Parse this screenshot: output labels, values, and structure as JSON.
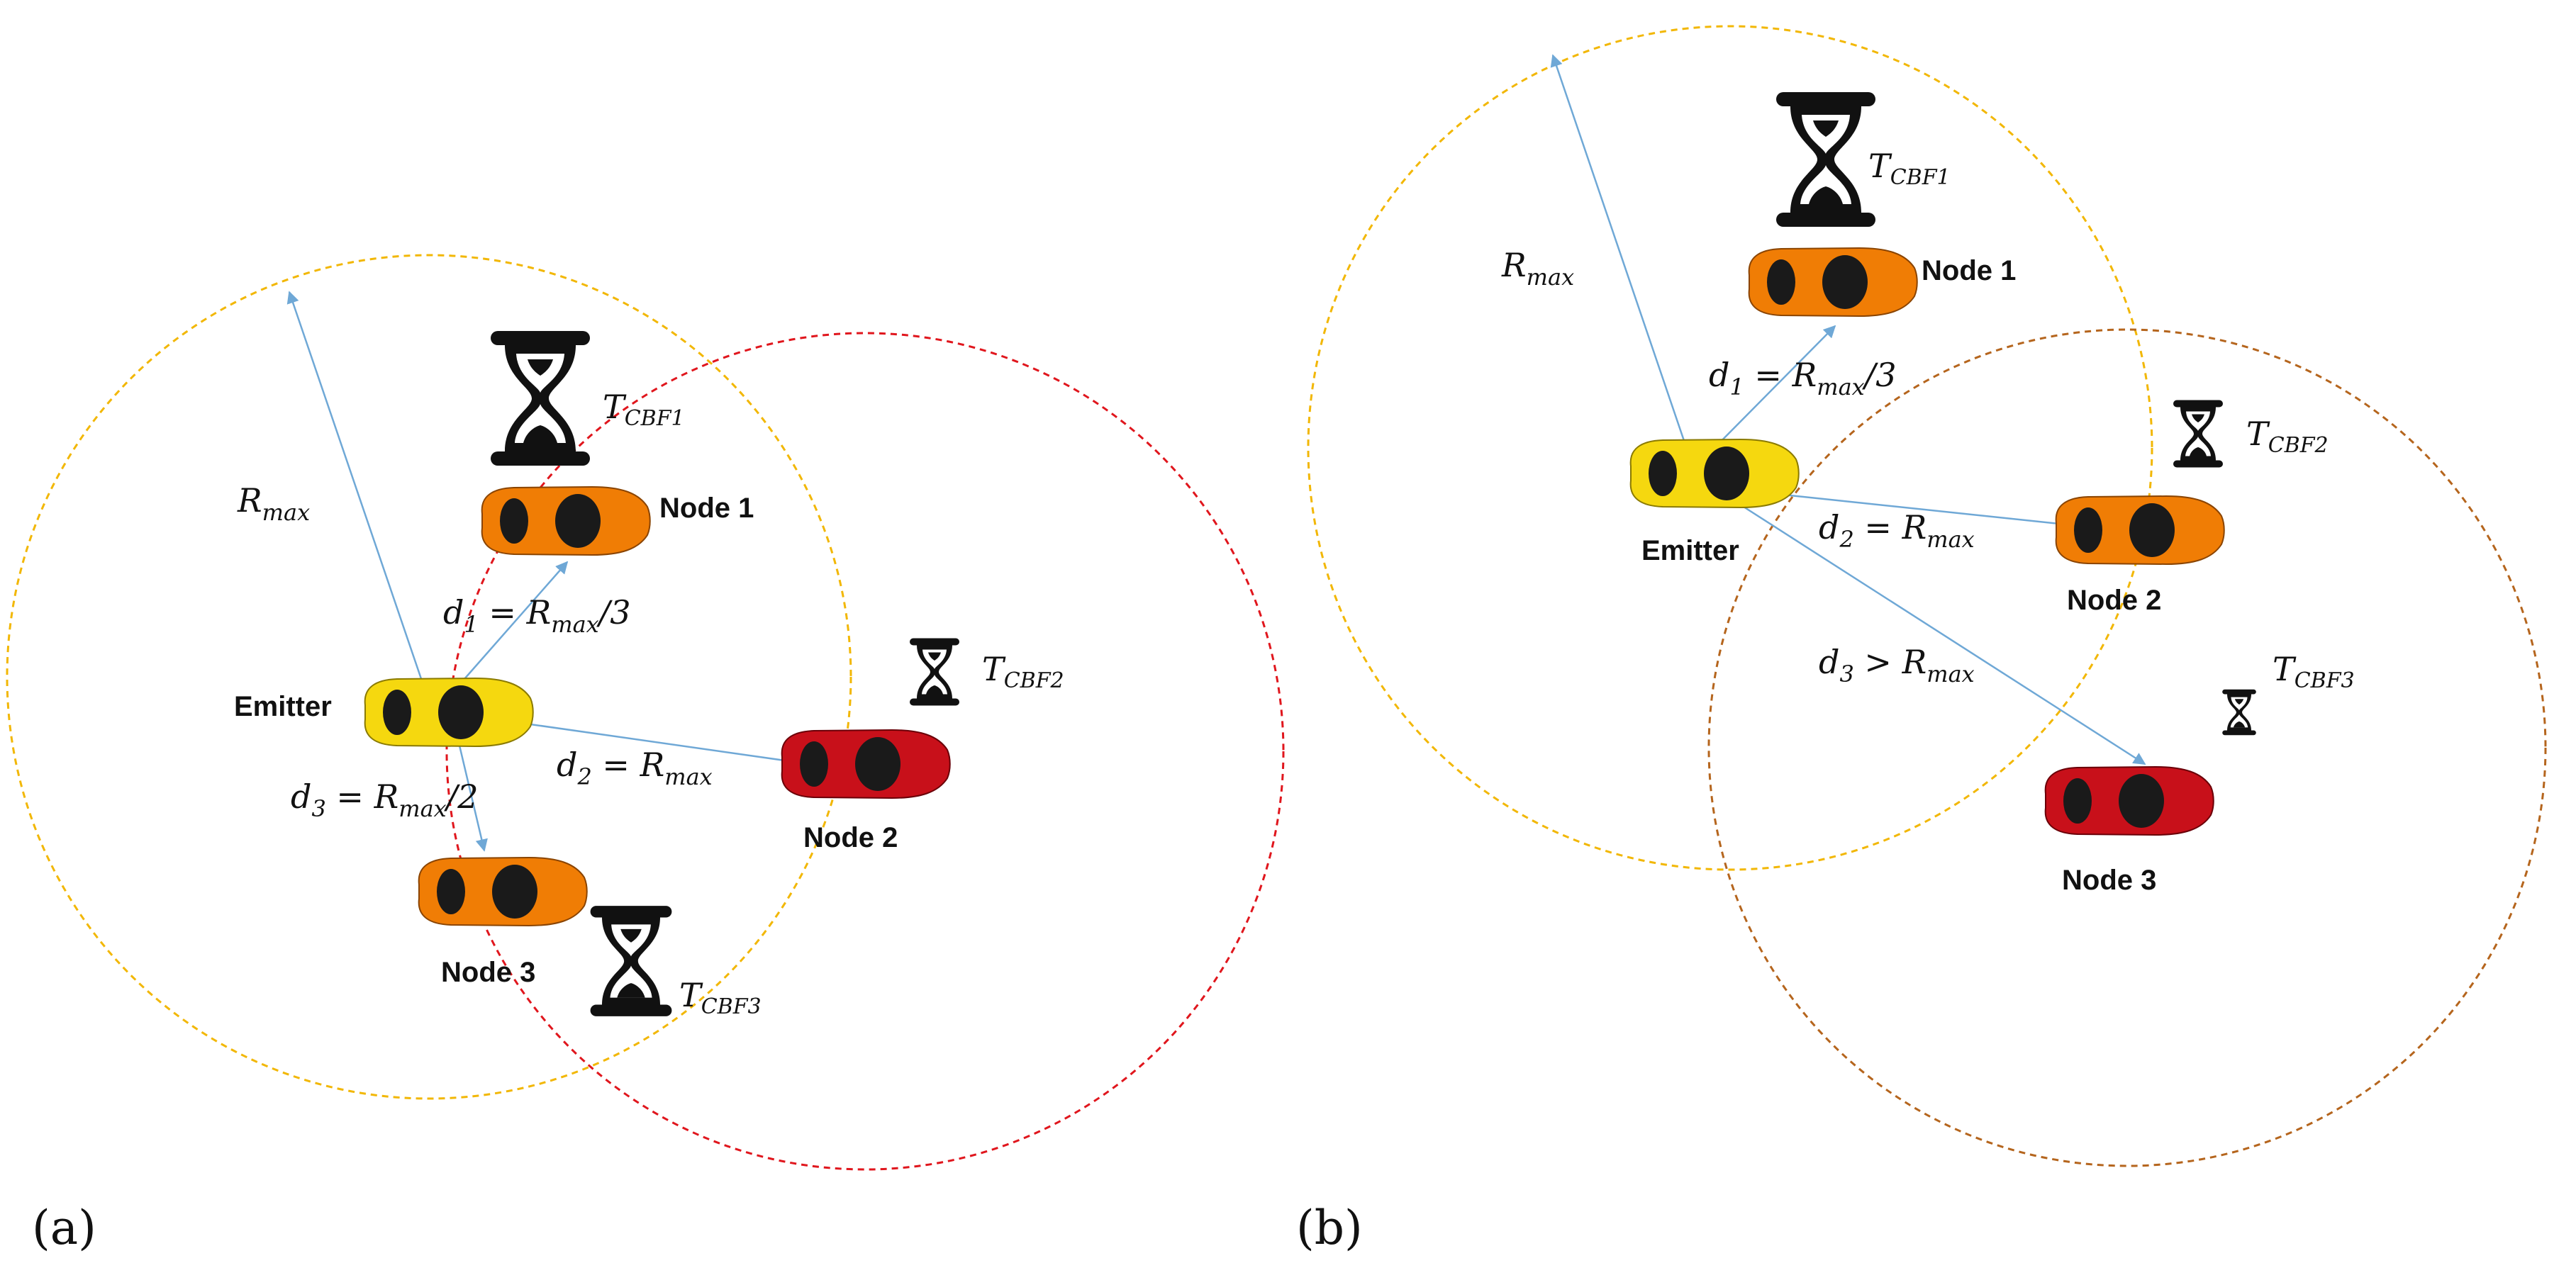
{
  "colors": {
    "yellow_circle": "#f2b705",
    "red_circle": "#e0161d",
    "brown_circle": "#b5651d",
    "arrow": "#6fa8d6",
    "car_orange": "#f07d05",
    "car_red": "#c8101a",
    "car_yellow": "#f5d80f",
    "hourglass": "#111111"
  },
  "icons": [
    "car-orange",
    "car-red",
    "car-yellow",
    "hourglass-icon"
  ],
  "panel_a": {
    "label": "(a)",
    "rmax": "R",
    "rmax_sub": "max",
    "emitter": "Emitter",
    "node1": "Node 1",
    "node2": "Node 2",
    "node3": "Node 3",
    "d1": {
      "pre": "d",
      "idx": "1",
      "mid": " = R",
      "sub": "max",
      "post": "/3"
    },
    "d2": {
      "pre": "d",
      "idx": "2",
      "mid": " = R",
      "sub": "max",
      "post": ""
    },
    "d3": {
      "pre": "d",
      "idx": "3",
      "mid": " = R",
      "sub": "max",
      "post": "/2"
    },
    "t1": {
      "main": "T",
      "sub": "CBF1"
    },
    "t2": {
      "main": "T",
      "sub": "CBF2"
    },
    "t3": {
      "main": "T",
      "sub": "CBF3"
    }
  },
  "panel_b": {
    "label": "(b)",
    "rmax": "R",
    "rmax_sub": "max",
    "emitter": "Emitter",
    "node1": "Node 1",
    "node2": "Node 2",
    "node3": "Node 3",
    "d1": {
      "pre": "d",
      "idx": "1",
      "mid": " = R",
      "sub": "max",
      "post": "/3"
    },
    "d2": {
      "pre": "d",
      "idx": "2",
      "mid": " = R",
      "sub": "max",
      "post": ""
    },
    "d3": {
      "pre": "d",
      "idx": "3",
      "mid": " > R",
      "sub": "max",
      "post": ""
    },
    "t1": {
      "main": "T",
      "sub": "CBF1"
    },
    "t2": {
      "main": "T",
      "sub": "CBF2"
    },
    "t3": {
      "main": "T",
      "sub": "CBF3"
    }
  }
}
